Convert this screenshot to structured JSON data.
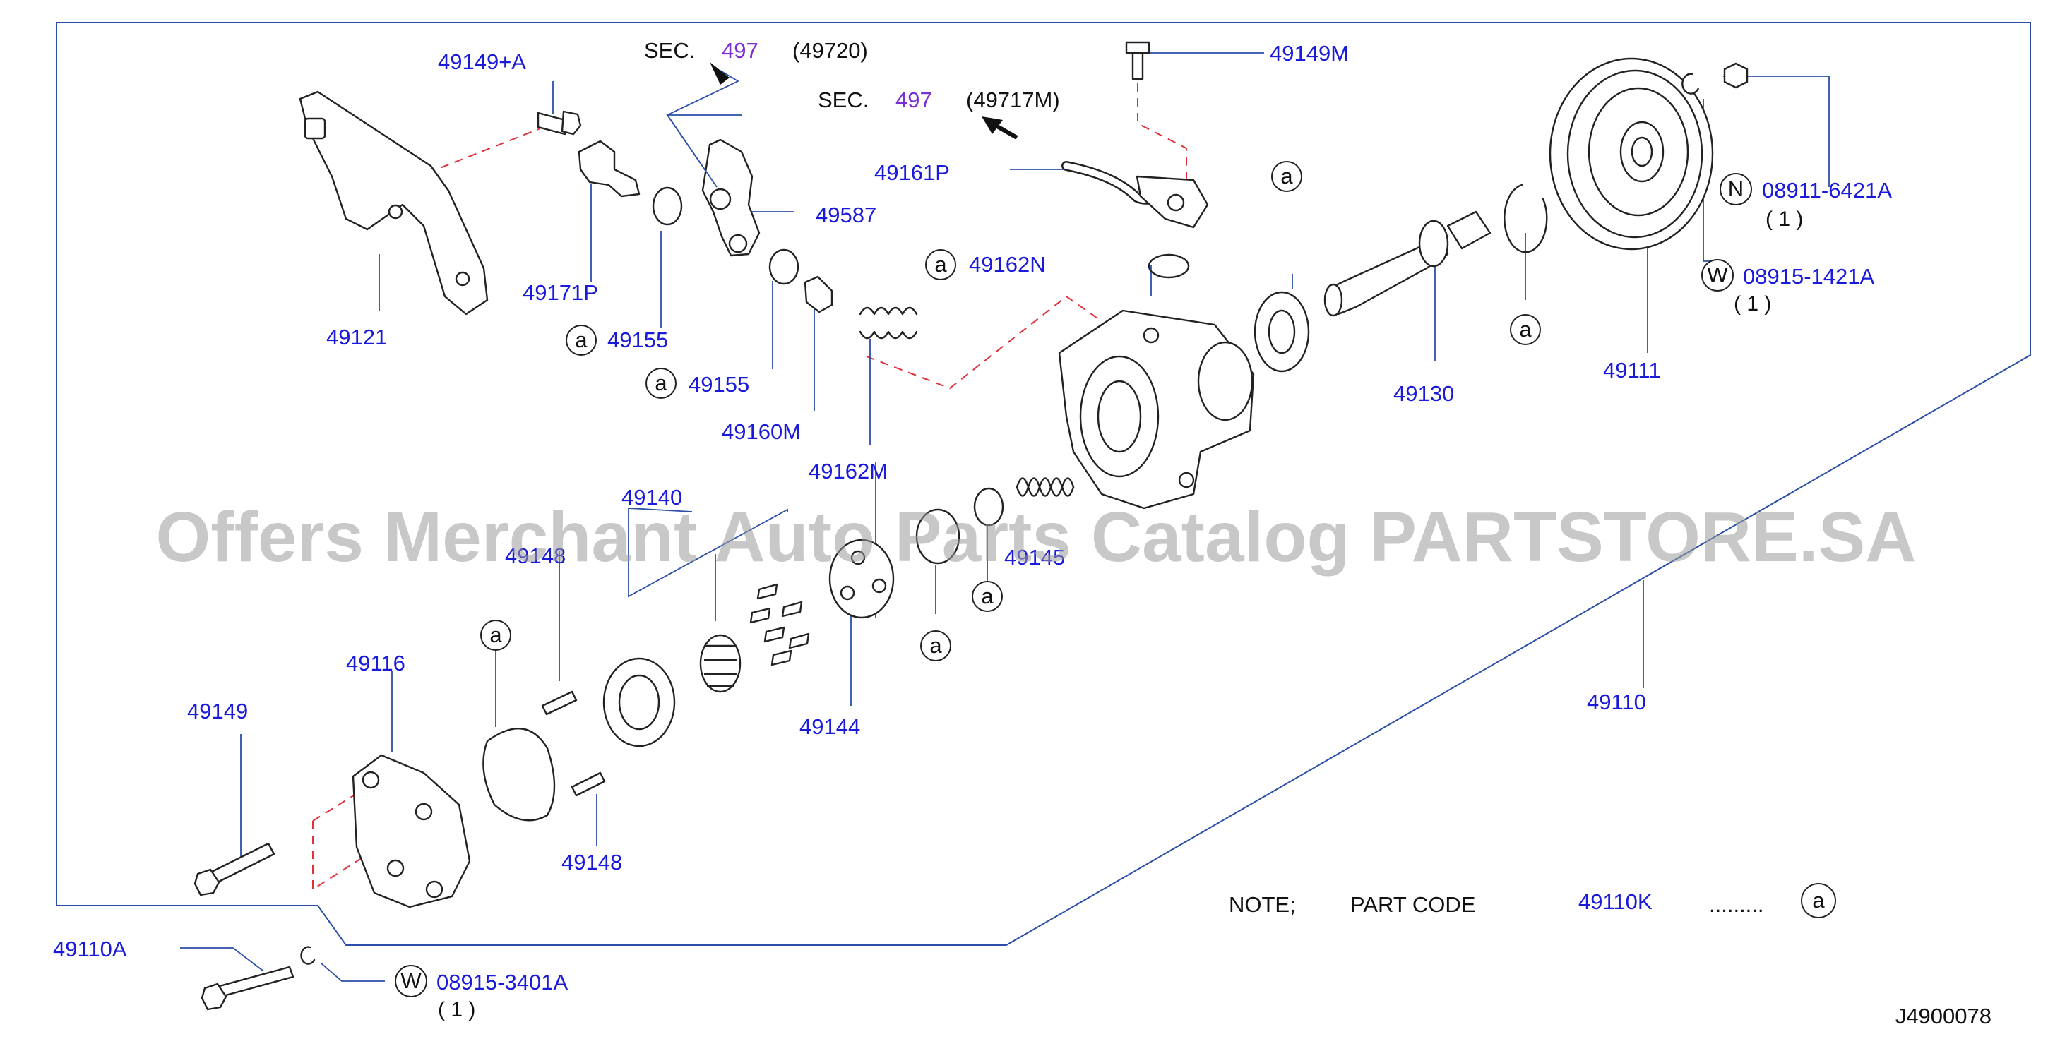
{
  "labels": {
    "p49149A": "49149+A",
    "p49121": "49121",
    "p49171P": "49171P",
    "p49155a": "49155",
    "p49155b": "49155",
    "p49587": "49587",
    "p49160M": "49160M",
    "p49162M": "49162M",
    "p49161P": "49161P",
    "p49162N": "49162N",
    "p49149M": "49149M",
    "p49130": "49130",
    "p49111": "49111",
    "p49140": "49140",
    "p49148a": "49148",
    "p49145": "49145",
    "p49144": "49144",
    "p49110": "49110",
    "p49116": "49116",
    "p49149": "49149",
    "p49148b": "49148",
    "p49110A": "49110A"
  },
  "sections": {
    "sec1_prefix": "SEC.",
    "sec1_num": "497",
    "sec1_ref": "(49720)",
    "sec2_prefix": "SEC.",
    "sec2_num": "497",
    "sec2_ref": "(49717M)"
  },
  "hardware": {
    "n_letter": "N",
    "n_code": "08911-6421A",
    "n_qty": "( 1 )",
    "w1_letter": "W",
    "w1_code": "08915-1421A",
    "w1_qty": "( 1 )",
    "w2_letter": "W",
    "w2_code": "08915-3401A",
    "w2_qty": "( 1 )"
  },
  "markers": {
    "a": "a"
  },
  "note": {
    "note_label": "NOTE;",
    "part_code_label": "PART CODE",
    "part_code": "49110K",
    "dots": "........."
  },
  "diagram_code": "J4900078",
  "watermark": "Offers Merchant Auto Parts Catalog PARTSTORE.SA",
  "colors": {
    "label_blue": "#1a1adb",
    "section_purple": "#7a2fd6",
    "dash_red": "#e0303a",
    "frame_blue": "#2b4fa8"
  }
}
